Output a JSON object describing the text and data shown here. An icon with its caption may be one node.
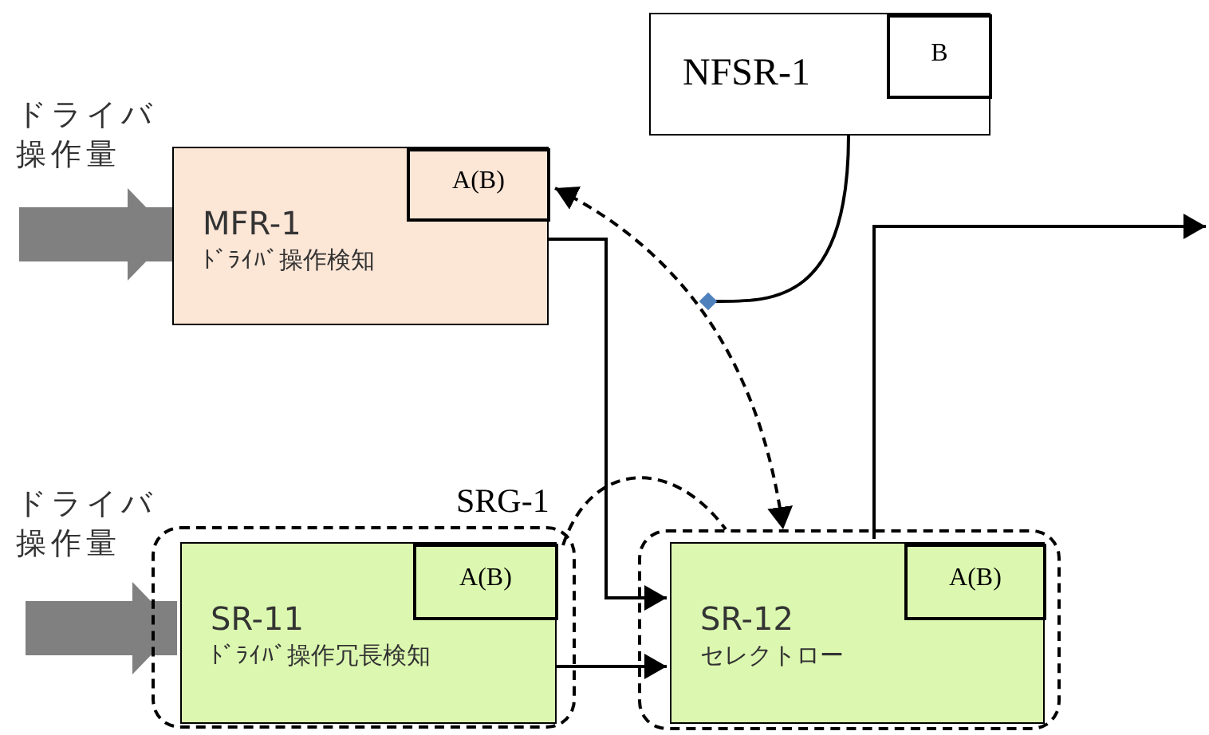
{
  "diagram": {
    "nodes": [
      {
        "text": [
          "MFR-1",
          "ﾄﾞﾗｲﾊﾞ操作検知"
        ]
      },
      {
        "text": [
          "A(B)"
        ],
        "in": 0
      },
      {
        "text": [
          "NFSR-1"
        ]
      },
      {
        "text": [
          "B"
        ],
        "in": 2
      },
      {
        "text": [],
        "shape": "box"
      },
      {
        "text": [
          "SR-11",
          "ﾄﾞﾗｲﾊﾞ操作冗長検知"
        ],
        "in": 4
      },
      {
        "text": [
          "A(B)"
        ],
        "in": 5
      },
      {
        "text": [],
        "shape": "box"
      },
      {
        "text": [
          "SR-12",
          "セレクトロー"
        ],
        "in": 7
      },
      {
        "text": [
          "A(B)"
        ],
        "in": 8
      },
      {
        "text": [],
        "shape": "diamond"
      }
    ],
    "edges": [
      {
        "from": null,
        "to": 0,
        "arrow": "to",
        "style": "thick",
        "color": "#808080"
      },
      {
        "from": null,
        "to": 5,
        "arrow": "to",
        "style": "thick",
        "color": "#808080"
      },
      {
        "from": 0,
        "to": 8,
        "arrow": "to"
      },
      {
        "from": 5,
        "to": 8,
        "arrow": "to"
      },
      {
        "from": 8,
        "to": null,
        "arrow": "to"
      },
      {
        "from": 1,
        "to": 7,
        "arrow": "both",
        "style": "dashed"
      },
      {
        "from": 2,
        "to": 10,
        "arrow": "none"
      },
      {
        "from": 4,
        "to": 7,
        "arrow": "none",
        "style": "dashed",
        "label": "SRG-1"
      }
    ],
    "labels": [
      "ドライバ操作量",
      "ドライバ操作量"
    ]
  }
}
